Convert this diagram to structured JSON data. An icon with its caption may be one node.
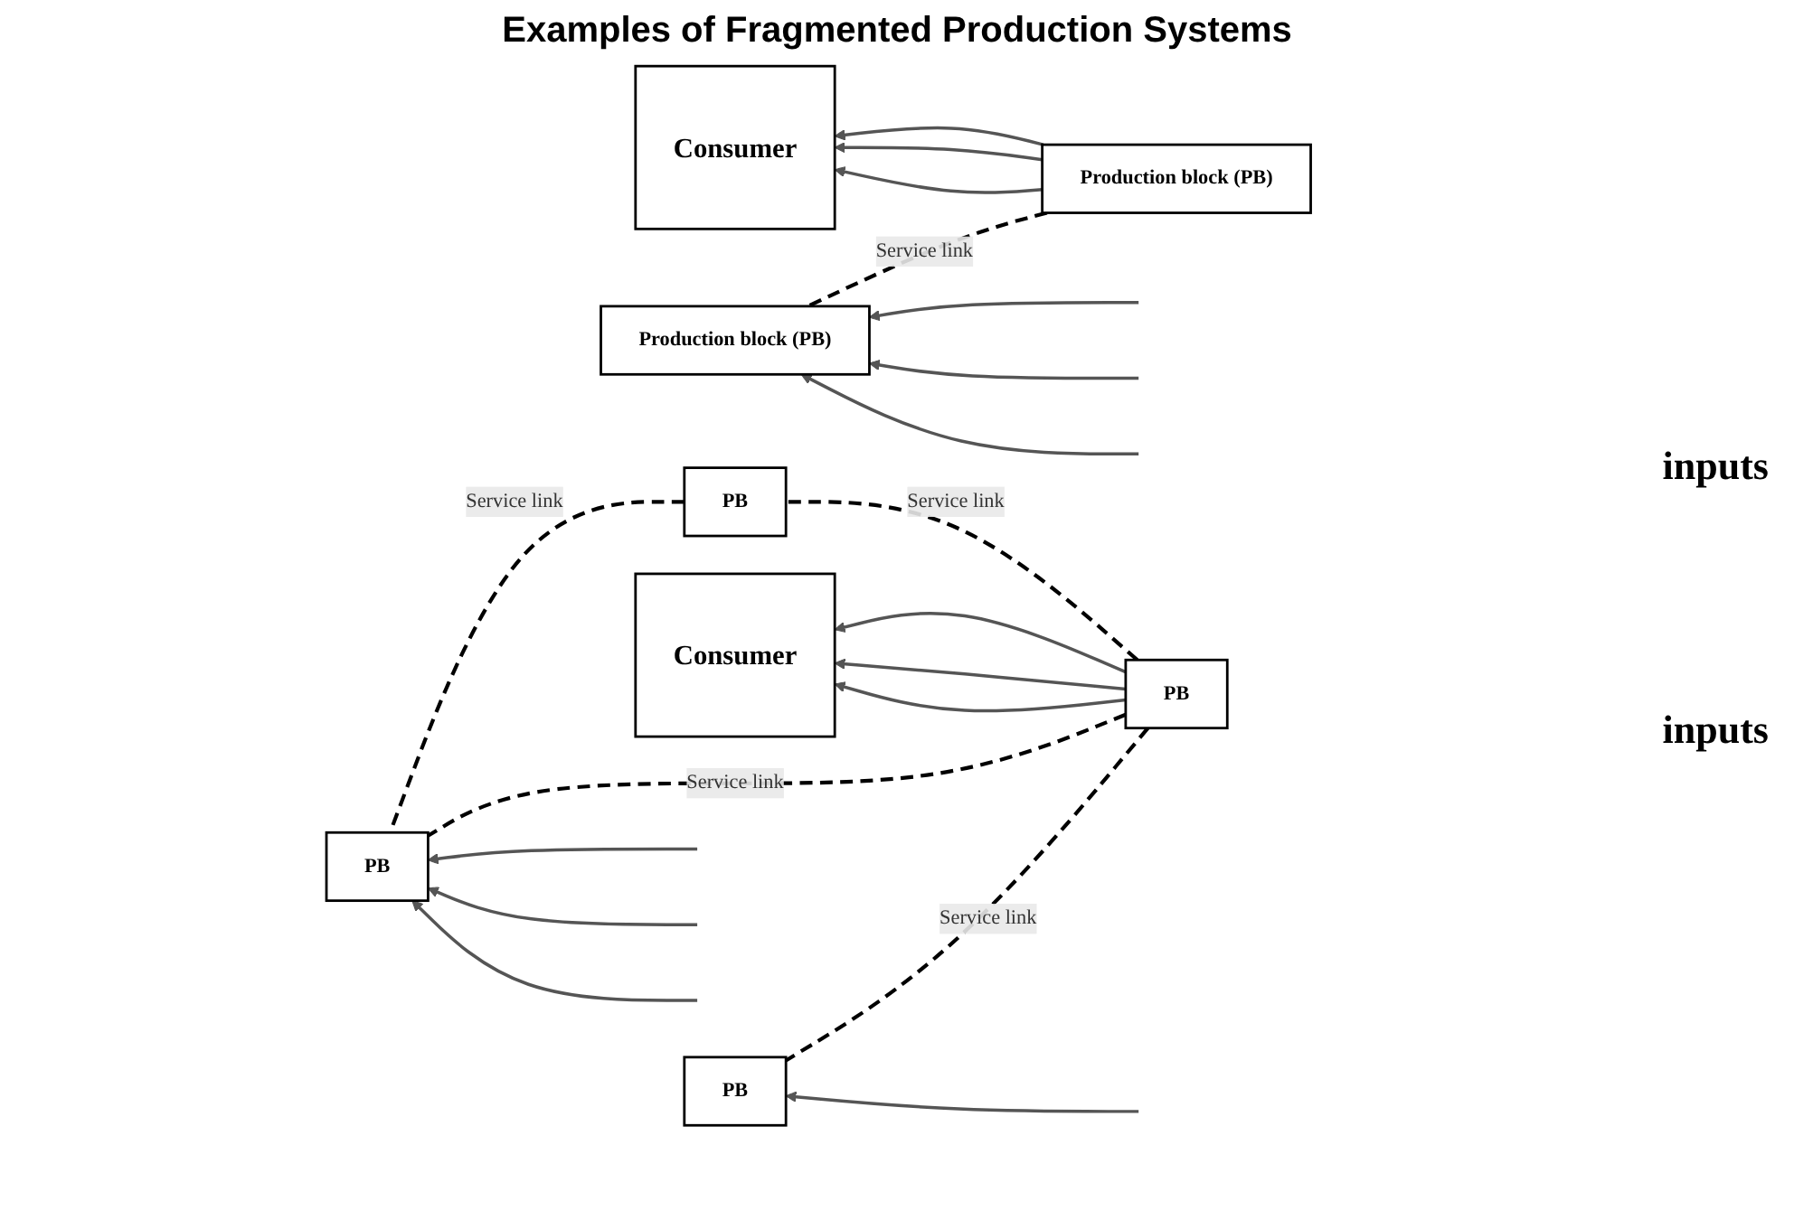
{
  "diagram": {
    "title": "Examples of Fragmented Production Systems",
    "nodes": [
      {
        "text": [
          "Consumer"
        ]
      },
      {
        "text": [
          "Production block (PB)"
        ]
      },
      {
        "text": [
          "Production block (PB)"
        ]
      },
      {
        "text": [
          "Consumer"
        ]
      },
      {
        "text": [
          "PB"
        ]
      },
      {
        "text": [
          "PB"
        ]
      },
      {
        "text": [
          "PB"
        ]
      },
      {
        "text": [
          "PB"
        ]
      }
    ],
    "edges": [
      {
        "from": 1,
        "to": 0,
        "arrow": "to"
      },
      {
        "from": 1,
        "to": 0,
        "arrow": "to"
      },
      {
        "from": 1,
        "to": 0,
        "arrow": "to"
      },
      {
        "from": 1,
        "to": 2,
        "arrow": "none",
        "style": "dashed",
        "label": "Service link"
      },
      {
        "from": null,
        "to": 2,
        "arrow": "to"
      },
      {
        "from": null,
        "to": 2,
        "arrow": "to"
      },
      {
        "from": null,
        "to": 2,
        "arrow": "to"
      },
      {
        "from": 4,
        "to": 5,
        "arrow": "none",
        "style": "dashed",
        "label": "Service link"
      },
      {
        "from": 5,
        "to": 6,
        "arrow": "none",
        "style": "dashed",
        "label": "Service link"
      },
      {
        "from": 4,
        "to": 3,
        "arrow": "to"
      },
      {
        "from": 4,
        "to": 3,
        "arrow": "to"
      },
      {
        "from": 4,
        "to": 3,
        "arrow": "to"
      },
      {
        "from": 4,
        "to": 6,
        "arrow": "none",
        "style": "dashed",
        "label": "Service link"
      },
      {
        "from": null,
        "to": 6,
        "arrow": "to"
      },
      {
        "from": null,
        "to": 6,
        "arrow": "to"
      },
      {
        "from": null,
        "to": 6,
        "arrow": "to"
      },
      {
        "from": 4,
        "to": 7,
        "arrow": "none",
        "style": "dashed",
        "label": "Service link"
      },
      {
        "from": null,
        "to": 7,
        "arrow": "to"
      }
    ],
    "labels": [
      "inputs",
      "inputs"
    ]
  }
}
